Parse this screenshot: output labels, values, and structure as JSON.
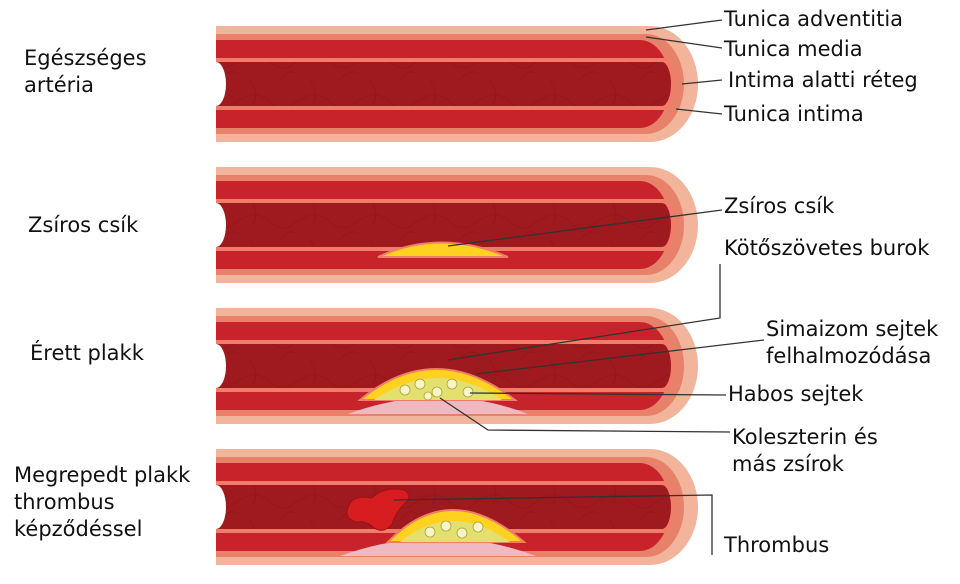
{
  "stages": [
    {
      "id": "healthy",
      "lines": [
        "Egészséges",
        "artéria"
      ]
    },
    {
      "id": "fatty",
      "lines": [
        "Zsíros csík"
      ]
    },
    {
      "id": "mature",
      "lines": [
        "Érett plakk"
      ]
    },
    {
      "id": "ruptured",
      "lines": [
        "Megrepedt plakk",
        "thrombus",
        "képződéssel"
      ]
    }
  ],
  "callouts": {
    "adventitia": "Tunica adventitia",
    "media": "Tunica media",
    "subintima": "Intima alatti réteg",
    "intima": "Tunica intima",
    "fatty_streak": "Zsíros csík",
    "fibrous_cap": "Kötőszövetes burok",
    "smooth_muscle": [
      "Simaizom sejtek",
      "felhalmozódása"
    ],
    "foam_cells": "Habos sejtek",
    "cholesterol": [
      "Koleszterin és",
      "más zsírok"
    ],
    "thrombus": "Thrombus"
  },
  "colors": {
    "adventitia": "#f2b49a",
    "media": "#e8816a",
    "wall": "#c8232b",
    "lumen": "#9e1a1e",
    "plaque_yellow": "#ffd21f",
    "plaque_core": "#e3e070",
    "thrombus": "#d81d20",
    "leader": "#333333"
  }
}
